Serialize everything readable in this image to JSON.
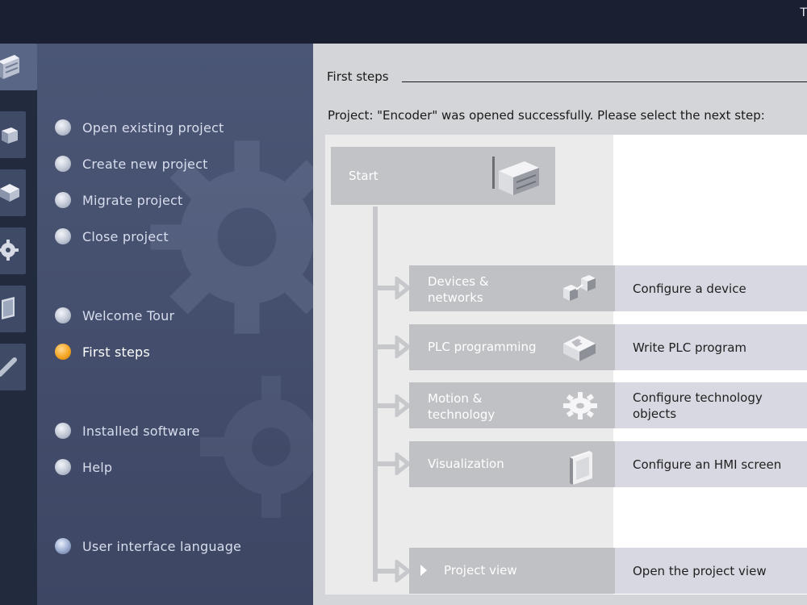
{
  "window": {
    "corner_text": "T"
  },
  "nav": {
    "items": [
      {
        "label": "Open existing project",
        "icon": "bullet-icon",
        "active": false
      },
      {
        "label": "Create new project",
        "icon": "bullet-icon",
        "active": false
      },
      {
        "label": "Migrate project",
        "icon": "bullet-icon",
        "active": false
      },
      {
        "label": "Close project",
        "icon": "bullet-icon",
        "active": false
      },
      {
        "label": "Welcome Tour",
        "icon": "bullet-icon",
        "active": false
      },
      {
        "label": "First steps",
        "icon": "bullet-icon",
        "active": true
      },
      {
        "label": "Installed software",
        "icon": "bullet-icon",
        "active": false
      },
      {
        "label": "Help",
        "icon": "bullet-icon",
        "active": false
      },
      {
        "label": "User interface language",
        "icon": "globe-icon",
        "active": false
      }
    ]
  },
  "content": {
    "section_title": "First steps",
    "message": "Project: \"Encoder\" was opened successfully. Please select the next step:",
    "start_label": "Start",
    "steps": [
      {
        "label": "Devices & networks",
        "action": "Configure a device",
        "icon": "devices-icon"
      },
      {
        "label": "PLC programming",
        "action": "Write PLC program",
        "icon": "plc-icon"
      },
      {
        "label": "Motion & technology",
        "action": "Configure technology objects",
        "icon": "gear-icon"
      },
      {
        "label": "Visualization",
        "action": "Configure an HMI screen",
        "icon": "hmi-icon"
      },
      {
        "label": "Project view",
        "action": "Open the project view",
        "icon": "triangle-right-icon"
      }
    ]
  },
  "colors": {
    "accent": "#f5a623",
    "nav_bg": "#4b5676",
    "step_bg": "#c0c1c5",
    "action_bg": "#d8d8e2"
  }
}
